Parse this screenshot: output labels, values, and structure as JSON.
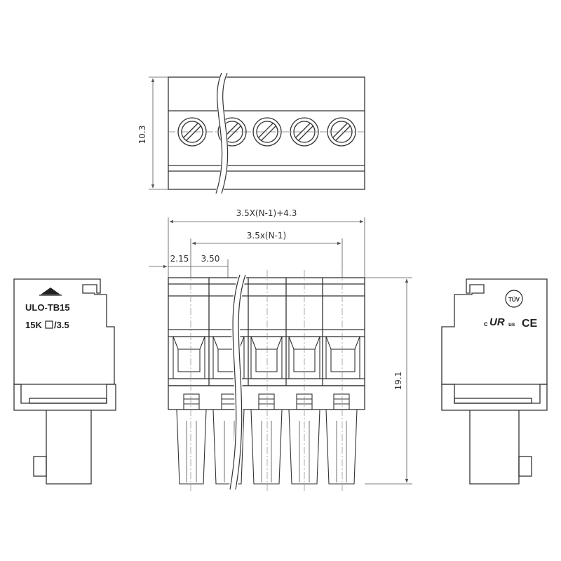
{
  "dimensions": {
    "height_top": "10.3",
    "total_width": "3.5X(N-1)+4.3",
    "pitch_width": "3.5x(N-1)",
    "offset": "2.15",
    "pitch": "3.50",
    "height_front": "19.1"
  },
  "left_side": {
    "model": "ULO-TB15",
    "spec_prefix": "15K",
    "spec_suffix": "/3.5"
  },
  "right_side": {
    "tuv_mark": "TÜV",
    "c_mark": "c",
    "ur_mark": "UR",
    "us_mark": "us",
    "ce_mark": "CE"
  },
  "colors": {
    "line": "#333333",
    "dim_line": "#555555",
    "background": "#ffffff"
  }
}
